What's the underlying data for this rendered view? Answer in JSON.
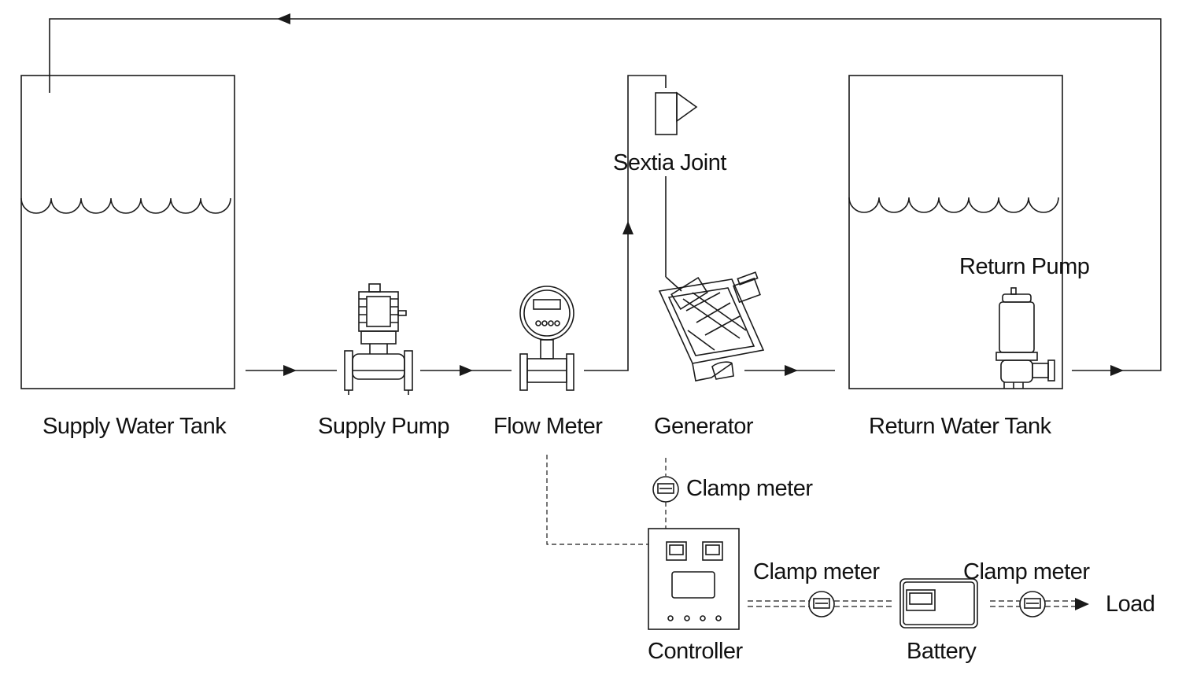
{
  "labels": {
    "supply_tank": "Supply Water Tank",
    "supply_pump": "Supply Pump",
    "flow_meter": "Flow Meter",
    "generator": "Generator",
    "return_tank": "Return Water Tank",
    "sextia_joint": "Sextia Joint",
    "return_pump": "Return Pump",
    "clamp_meter_generator": "Clamp meter",
    "clamp_meter_controller": "Clamp meter",
    "clamp_meter_battery": "Clamp meter",
    "controller": "Controller",
    "battery": "Battery",
    "load": "Load"
  },
  "colors": {
    "line": "#1a1a1a",
    "background": "#ffffff"
  }
}
